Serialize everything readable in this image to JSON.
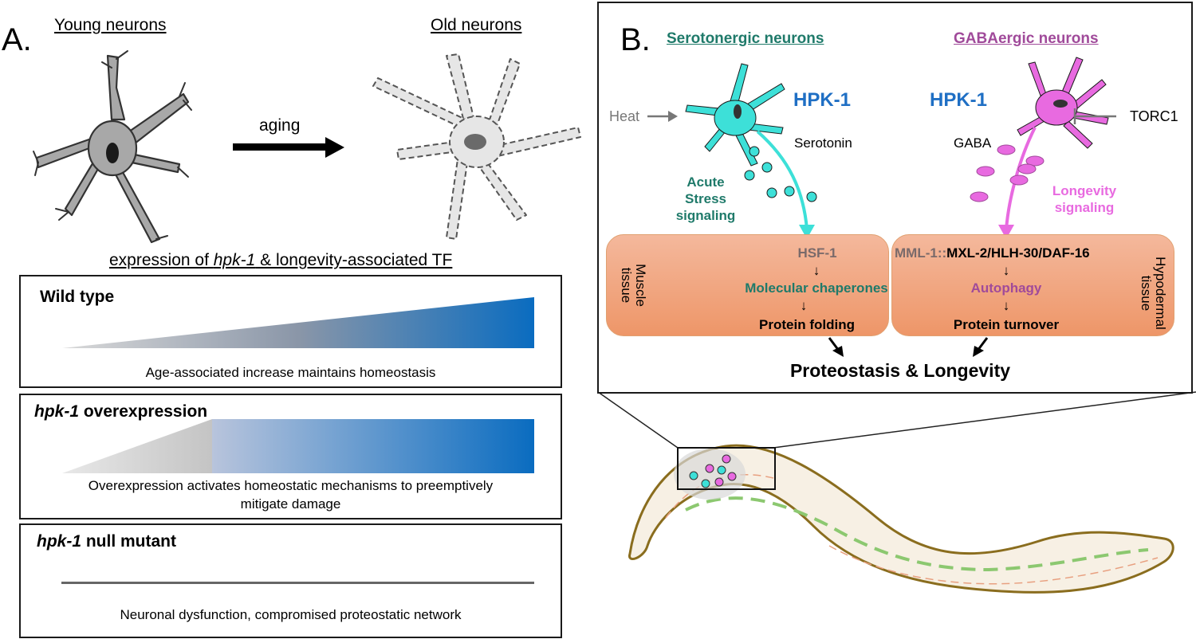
{
  "panelA": {
    "letter": "A.",
    "young_label": "Young neurons",
    "old_label": "Old neurons",
    "arrow_label": "aging",
    "expression_title_pre": "expression of ",
    "expression_title_gene": "hpk-1",
    "expression_title_post": " & longevity-associated TF",
    "boxes": [
      {
        "title_italic": "",
        "title": "Wild type",
        "caption": "Age-associated increase maintains homeostasis"
      },
      {
        "title_italic": "hpk-1",
        "title": " overexpression",
        "caption_line1": "Overexpression activates homeostatic mechanisms to preemptively",
        "caption_line2": "mitigate damage"
      },
      {
        "title_italic": "hpk-1",
        "title": " null mutant",
        "caption": "Neuronal dysfunction, compromised proteostatic network"
      }
    ]
  },
  "panelB": {
    "letter": "B.",
    "serotonergic_title": "Serotonergic neurons",
    "gabaergic_title": "GABAergic neurons",
    "hpk1_left": "HPK-1",
    "hpk1_right": "HPK-1",
    "heat": "Heat",
    "torc1": "TORC1",
    "serotonin": "Serotonin",
    "gaba": "GABA",
    "acute_line1": "Acute",
    "acute_line2": "Stress",
    "acute_line3": "signaling",
    "longevity_line1": "Longevity",
    "longevity_line2": "signaling",
    "muscle_line1": "Muscle",
    "muscle_line2": "tissue",
    "hypodermal_line1": "Hypodermal",
    "hypodermal_line2": "tissue",
    "hsf1": "HSF-1",
    "chaperones": "Molecular chaperones",
    "folding": "Protein folding",
    "mml1": "MML-1::",
    "mxl2": "MXL-2/HLH-30/DAF-16",
    "autophagy": "Autophagy",
    "turnover": "Protein turnover",
    "outcome": "Proteostasis & Longevity"
  },
  "colors": {
    "teal_dark": "#1f7a6a",
    "cyan": "#3de0d8",
    "magenta": "#e86ae0",
    "purple": "#a04a9a",
    "hpk_blue": "#1f6fc4",
    "gradient_blue": "#0a6cc0"
  }
}
